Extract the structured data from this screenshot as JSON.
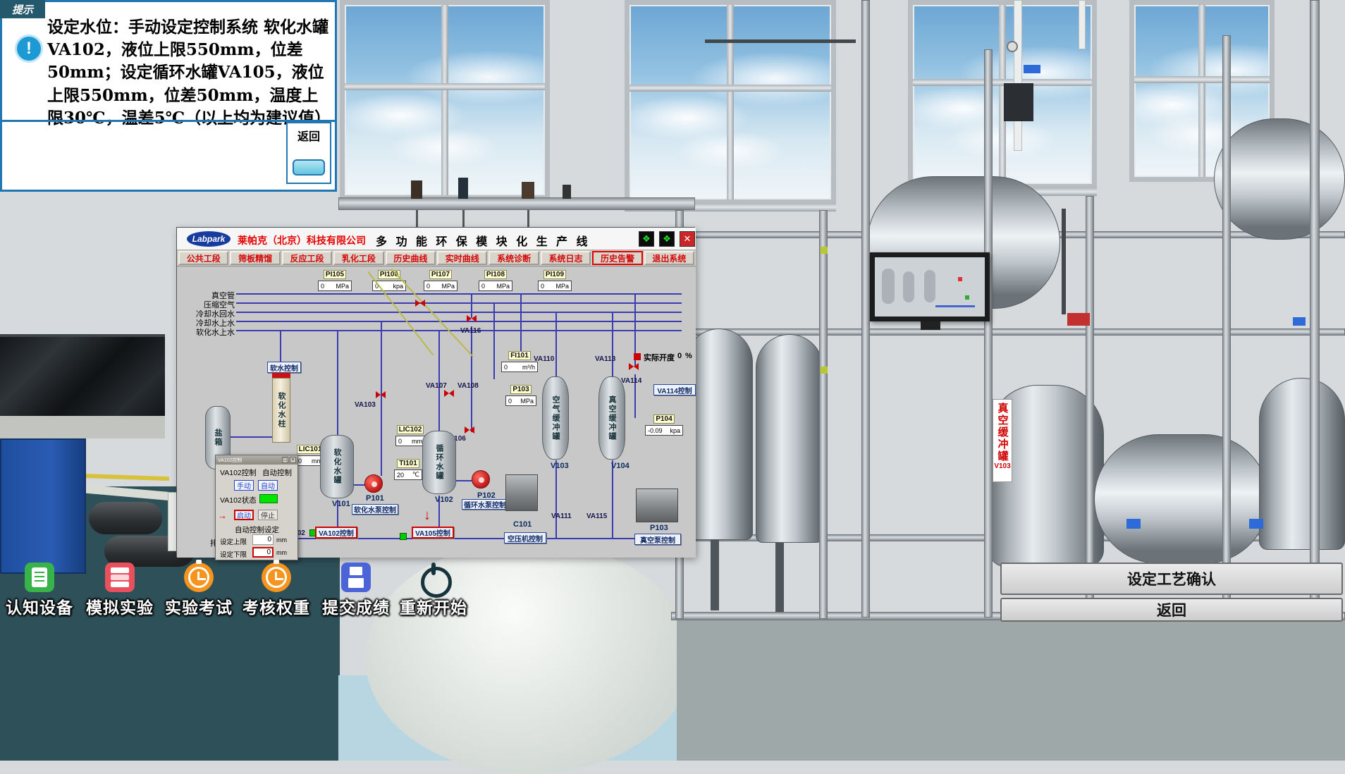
{
  "icons": {
    "expand": "❖",
    "close": "✕",
    "down_arrow": "↓",
    "right_arrow": "→",
    "popup_restore": "□",
    "popup_close": "×",
    "info": "!"
  },
  "hint": {
    "tab_label": "提示",
    "body_text": "设定水位：手动设定控制系统 软化水罐VA102，液位上限550mm，位差50mm；设定循环水罐VA105，液位上限550mm，位差50mm，温度上限30℃，温差5℃（以上均为建议值）",
    "return_label": "返回"
  },
  "scada": {
    "logo_text": "Labpark",
    "company": "莱帕克（北京）科技有限公司",
    "title": "多 功 能 环 保 模 块 化 生 产 线",
    "tabs": [
      "公共工段",
      "筛板精馏",
      "反应工段",
      "乳化工段",
      "历史曲线",
      "实时曲线",
      "系统诊断",
      "系统日志",
      "历史告警",
      "退出系统"
    ],
    "pipe_labels": [
      "真空管",
      "压缩空气",
      "冷却水回水",
      "冷却水上水",
      "软化水上水"
    ],
    "drain_label": "排污管",
    "instruments": {
      "pi105": {
        "name": "PI105",
        "value": "0",
        "unit": "MPa"
      },
      "pi106": {
        "name": "PI106",
        "value": "0",
        "unit": "kpa"
      },
      "pi107": {
        "name": "PI107",
        "value": "0",
        "unit": "MPa"
      },
      "pi108": {
        "name": "PI108",
        "value": "0",
        "unit": "MPa"
      },
      "pi109": {
        "name": "PI109",
        "value": "0",
        "unit": "MPa"
      },
      "fi101": {
        "name": "FI101",
        "value": "0",
        "unit": "m³/h"
      },
      "p103": {
        "name": "P103",
        "value": "0",
        "unit": "MPa"
      },
      "lic102": {
        "name": "LIC102",
        "value": "0",
        "unit": "mm"
      },
      "lic101": {
        "name": "LIC101",
        "value": "0",
        "unit": "mm"
      },
      "ti101": {
        "name": "TI101",
        "value": "20",
        "unit": "℃"
      },
      "p104": {
        "name": "P104",
        "value": "-0.09",
        "unit": "kpa"
      }
    },
    "opening": {
      "label": "实际开度",
      "value": "0",
      "unit": "%"
    },
    "valves": {
      "va102": "VA102",
      "va103": "VA103",
      "va106": "VA106",
      "va107": "VA107",
      "va108": "VA108",
      "va110": "VA110",
      "va111": "VA111",
      "va113": "VA113",
      "va114": "VA114",
      "va115": "VA115",
      "va116": "VA116"
    },
    "vessels": {
      "salt_box": "盐箱",
      "softener_column": "软化水柱",
      "v101": {
        "name": "软化水罐",
        "tag": "V101"
      },
      "v102": {
        "name": "循环水罐",
        "tag": "V102"
      },
      "v103": {
        "name": "空气缓冲罐",
        "tag": "V103"
      },
      "v104": {
        "name": "真空缓冲罐",
        "tag": "V104"
      }
    },
    "pumps": {
      "p101": "P101",
      "p102": "P102",
      "c101": "C101",
      "p103": "P103"
    },
    "buttons": {
      "soft_water": "软水控制",
      "va114": "VA114控制",
      "va102": "VA102控制",
      "va105": "VA105控制",
      "p101": "软化水泵控制",
      "p102": "循环水泵控制",
      "c101": "空压机控制",
      "p103": "真空泵控制"
    }
  },
  "popup": {
    "title": "VA102控制",
    "control_label": "VA102控制",
    "mode_label": "自动控制",
    "manual_label": "手动",
    "auto_label": "自动",
    "status_label": "VA102状态",
    "start_label": "启动",
    "stop_label": "停止",
    "setting_title": "自动控制设定",
    "upper_label": "设定上限",
    "upper_value": "0",
    "upper_unit": "mm",
    "lower_label": "设定下限",
    "lower_value": "0",
    "lower_unit": "mm"
  },
  "toolbar": {
    "items": [
      {
        "label": "认知设备"
      },
      {
        "label": "模拟实验"
      },
      {
        "label": "实验考试"
      },
      {
        "label": "考核权重"
      },
      {
        "label": "提交成绩"
      },
      {
        "label": "重新开始"
      }
    ]
  },
  "bottom_right": {
    "confirm_label": "设定工艺确认",
    "return_label": "返回"
  },
  "scene": {
    "tank_label": "真空缓冲罐",
    "tank_tag": "V103"
  }
}
